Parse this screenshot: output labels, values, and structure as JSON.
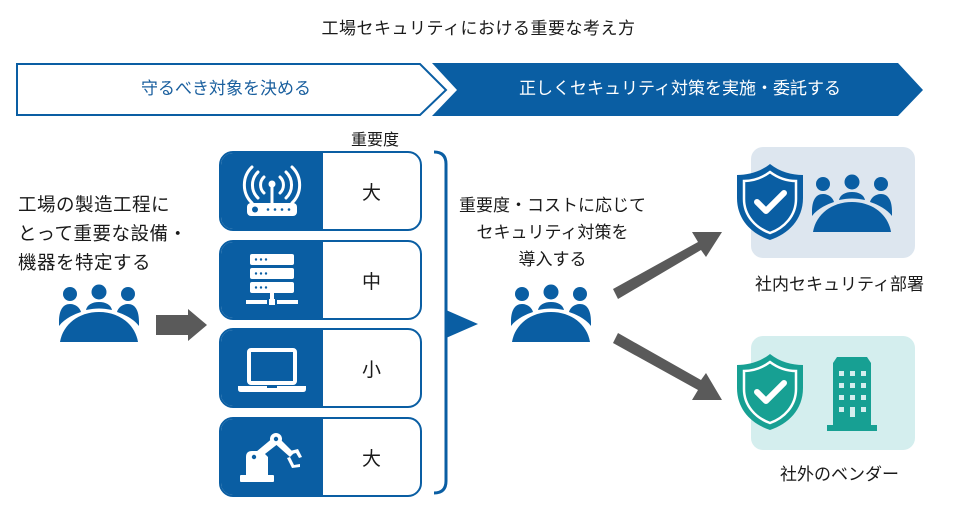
{
  "title": "工場セキュリティにおける重要な考え方",
  "banners": [
    {
      "label": "守るべき対象を決める",
      "style": "outline"
    },
    {
      "label": "正しくセキュリティ対策を実施・委託する",
      "style": "filled"
    }
  ],
  "left": {
    "description_lines": [
      "工場の製造工程に",
      "とって重要な設備・",
      "機器を特定する"
    ],
    "icon": "people-meeting-icon"
  },
  "importance": {
    "header": "重要度",
    "items": [
      {
        "icon": "wifi-router-icon",
        "level": "大"
      },
      {
        "icon": "server-rack-icon",
        "level": "中"
      },
      {
        "icon": "laptop-icon",
        "level": "小"
      },
      {
        "icon": "robot-arm-icon",
        "level": "大"
      }
    ]
  },
  "middle": {
    "description_lines": [
      "重要度・コストに応じて",
      "セキュリティ対策を",
      "導入する"
    ],
    "icon": "people-meeting-icon"
  },
  "destinations": [
    {
      "label": "社内セキュリティ部署",
      "icons": [
        "shield-check-icon",
        "people-meeting-icon"
      ]
    },
    {
      "label": "社外のベンダー",
      "icons": [
        "shield-check-icon",
        "building-icon"
      ]
    }
  ],
  "colors": {
    "primary_blue": "#0a5ea3",
    "teal": "#17a093",
    "arrow_gray": "#5a5a5a",
    "internal_bg": "#dde6ef",
    "vendor_bg": "#d4eeee"
  }
}
